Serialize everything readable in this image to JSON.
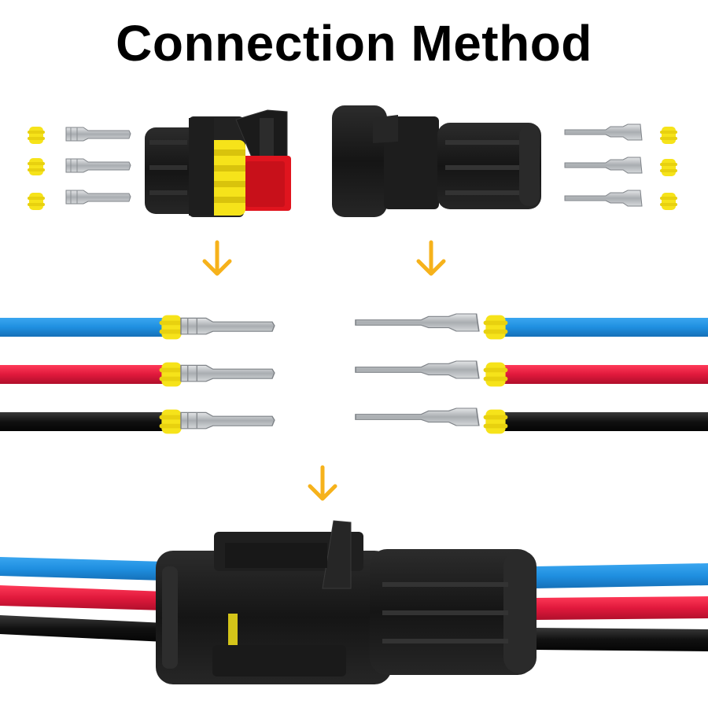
{
  "title": "Connection Method",
  "colors": {
    "arrow": "#f6b21b",
    "wire_blue": "#1f8fe0",
    "wire_red": "#e0193c",
    "wire_black": "#111111",
    "seal": "#f6e31a",
    "housing": "#1b1b1b",
    "housing_highlight": "#3a3a3a",
    "lock_red": "#e0141e",
    "metal": "#b9bcbf"
  },
  "icons": [
    "down-arrow-icon"
  ],
  "wires": [
    "blue",
    "red",
    "black"
  ]
}
